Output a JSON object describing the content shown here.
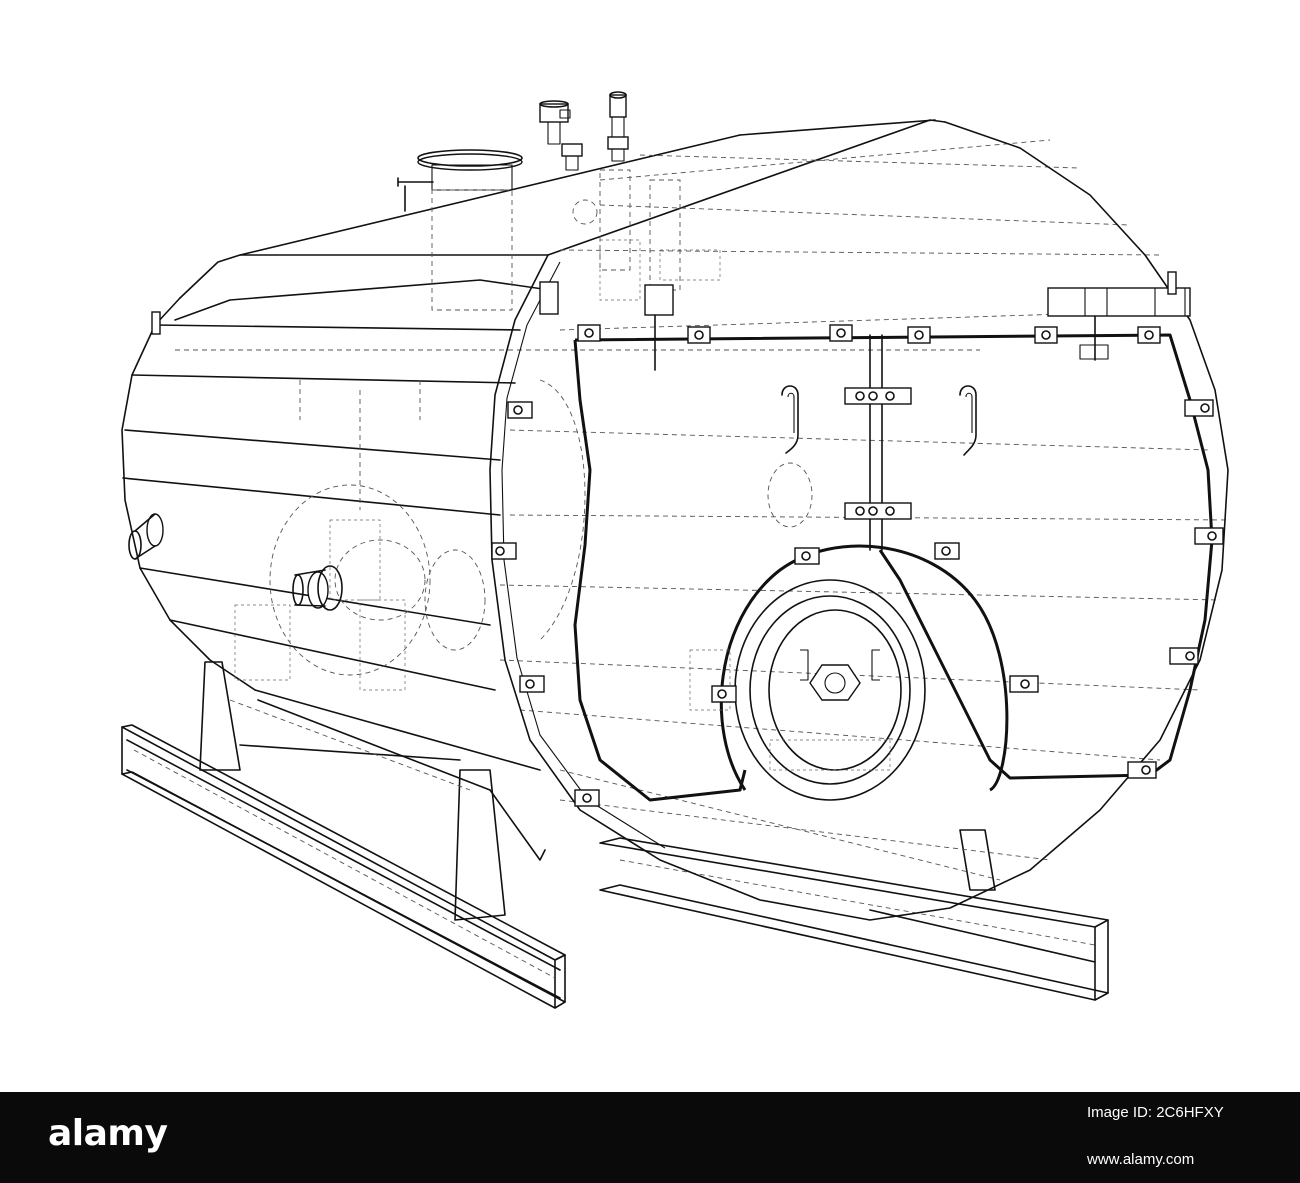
{
  "footer": {
    "logo_text": "alamy",
    "image_id_label": "Image ID: 2C6HFXY",
    "url_text": "www.alamy.com"
  },
  "colors": {
    "line": "#111111",
    "footer_background": "#0a0a0a",
    "footer_text": "#ffffff",
    "background": "#ffffff"
  }
}
